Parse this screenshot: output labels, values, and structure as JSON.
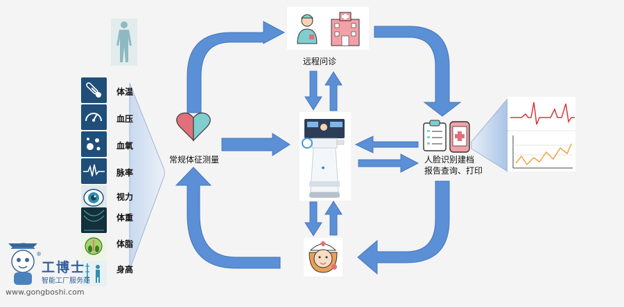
{
  "nodes": {
    "routine_measurement": "常规体征测量",
    "remote_consult": "远程问诊",
    "face_id_line1": "人脸识别建档",
    "face_id_line2": "报告查询、打印"
  },
  "metrics": [
    {
      "label": "体温",
      "icon": "thermometer-icon"
    },
    {
      "label": "血压",
      "icon": "gauge-icon"
    },
    {
      "label": "血氧",
      "icon": "oxygen-bubbles-icon"
    },
    {
      "label": "脉率",
      "icon": "pulse-wave-icon"
    },
    {
      "label": "视力",
      "icon": "eye-icon"
    },
    {
      "label": "体重",
      "icon": "scale-icon"
    },
    {
      "label": "体脂",
      "icon": "body-fat-icon"
    },
    {
      "label": "身高",
      "icon": "height-icon"
    }
  ],
  "watermark": {
    "brand": "工博士",
    "tagline": "智能工厂服务商",
    "url": "www.gongboshi.com",
    "reg": "®"
  },
  "colors": {
    "arrow": "#5b8fd6",
    "arrow_stroke": "#4477bb",
    "tile": "#1f4e79",
    "heart_left": "#e0707a",
    "heart_right": "#7fcfcf"
  }
}
